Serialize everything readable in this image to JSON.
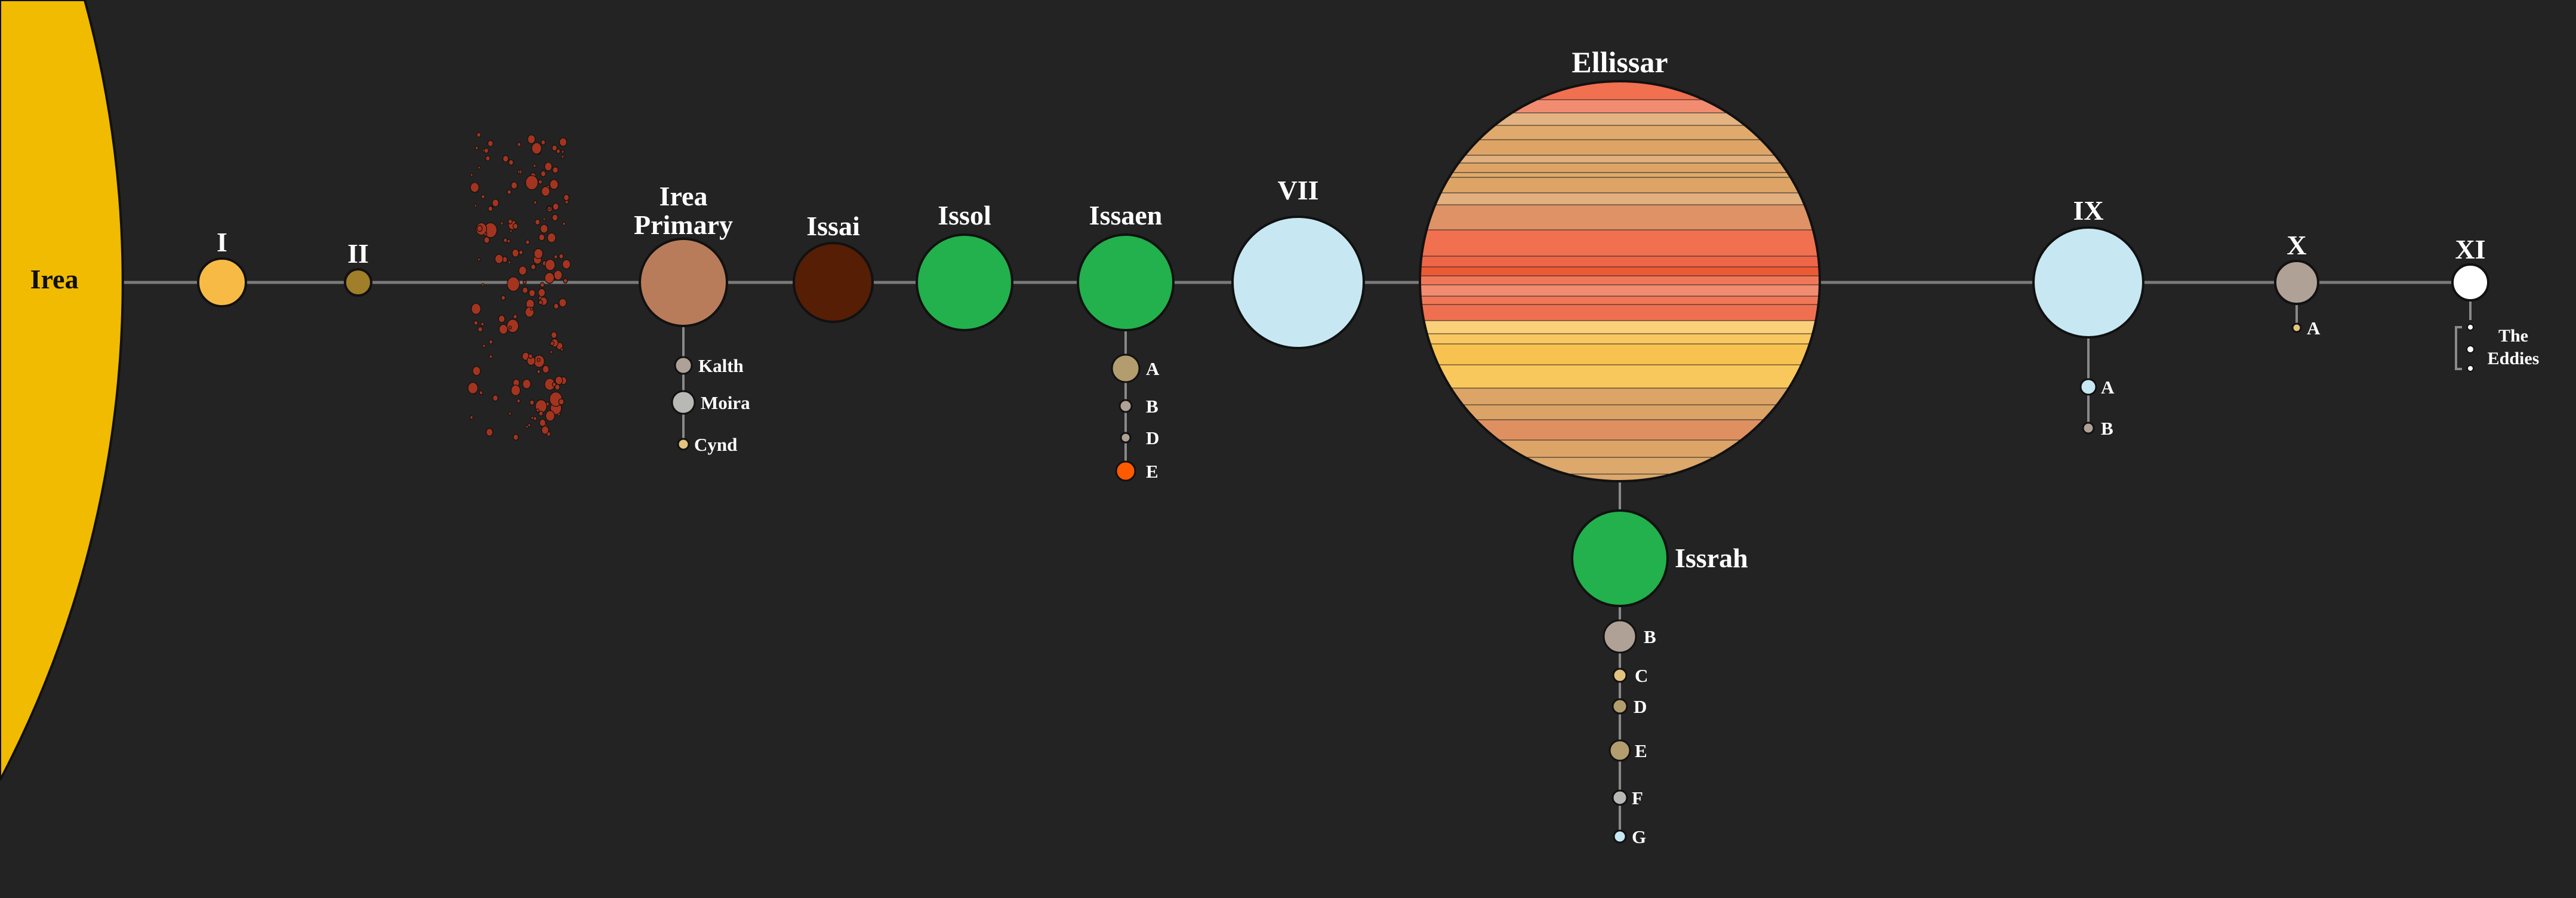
{
  "star": {
    "name": "Irea",
    "color": "#f0bb00",
    "label_color": "#111111"
  },
  "orbit_color": "#7a7a7a",
  "moon_line_color": "#8a8a8a",
  "asteroid_belt": {
    "color": "#a3341f"
  },
  "planets": [
    {
      "name": "I",
      "color": "#f7bb45",
      "moons": []
    },
    {
      "name": "II",
      "color": "#a07e2a",
      "moons": []
    },
    {
      "name": "Irea Primary",
      "name_lines": [
        "Irea",
        "Primary"
      ],
      "color": "#b97c5b",
      "moons": [
        {
          "name": "Kalth",
          "color": "#b0a196"
        },
        {
          "name": "Moira",
          "color": "#b8b8b4"
        },
        {
          "name": "Cynd",
          "color": "#e3c37f"
        }
      ]
    },
    {
      "name": "Issai",
      "color": "#561e05",
      "moons": []
    },
    {
      "name": "Issol",
      "color": "#22b14c",
      "moons": []
    },
    {
      "name": "Issaen",
      "color": "#22b14c",
      "moons": [
        {
          "name": "A",
          "color": "#b39c6e"
        },
        {
          "name": "B",
          "color": "#b0a196"
        },
        {
          "name": "D",
          "color": "#b0a196"
        },
        {
          "name": "E",
          "color": "#ff5a00"
        }
      ]
    },
    {
      "name": "VII",
      "color": "#c7e8f2",
      "moons": []
    },
    {
      "name": "Ellissar",
      "color": "#f07050",
      "stripe_colors": [
        "#f07050",
        "#f28c70",
        "#e3b382",
        "#e0aa6c",
        "#dda466",
        "#e1b07e",
        "#dda466",
        "#e0aa6c",
        "#dda466",
        "#e1b07e",
        "#de9265",
        "#f07050",
        "#ef6548",
        "#ec5a35",
        "#f07858",
        "#f28c70",
        "#f07858",
        "#ee7050",
        "#fad07a",
        "#f9c860",
        "#f8c250",
        "#f9c85c",
        "#dca467",
        "#dba466",
        "#de9060",
        "#dca466",
        "#dca86c",
        "#dca86c"
      ],
      "moons": [
        {
          "name": "Issrah",
          "color": "#22b14c",
          "moons": [
            {
              "name": "B",
              "color": "#b0a196"
            },
            {
              "name": "C",
              "color": "#e3c37f"
            },
            {
              "name": "D",
              "color": "#b39c6e"
            },
            {
              "name": "E",
              "color": "#b39c6e"
            },
            {
              "name": "F",
              "color": "#b8b8b4"
            },
            {
              "name": "G",
              "color": "#c7e8f2"
            }
          ]
        }
      ]
    },
    {
      "name": "IX",
      "color": "#c7e8f2",
      "moons": [
        {
          "name": "A",
          "color": "#c7e8f2"
        },
        {
          "name": "B",
          "color": "#b0a196"
        }
      ]
    },
    {
      "name": "X",
      "color": "#b0a196",
      "moons": [
        {
          "name": "A",
          "color": "#e3c37f"
        }
      ]
    },
    {
      "name": "XI",
      "color": "#ffffff",
      "group": {
        "name_lines": [
          "The",
          "Eddies"
        ],
        "color": "#ffffff"
      }
    }
  ]
}
